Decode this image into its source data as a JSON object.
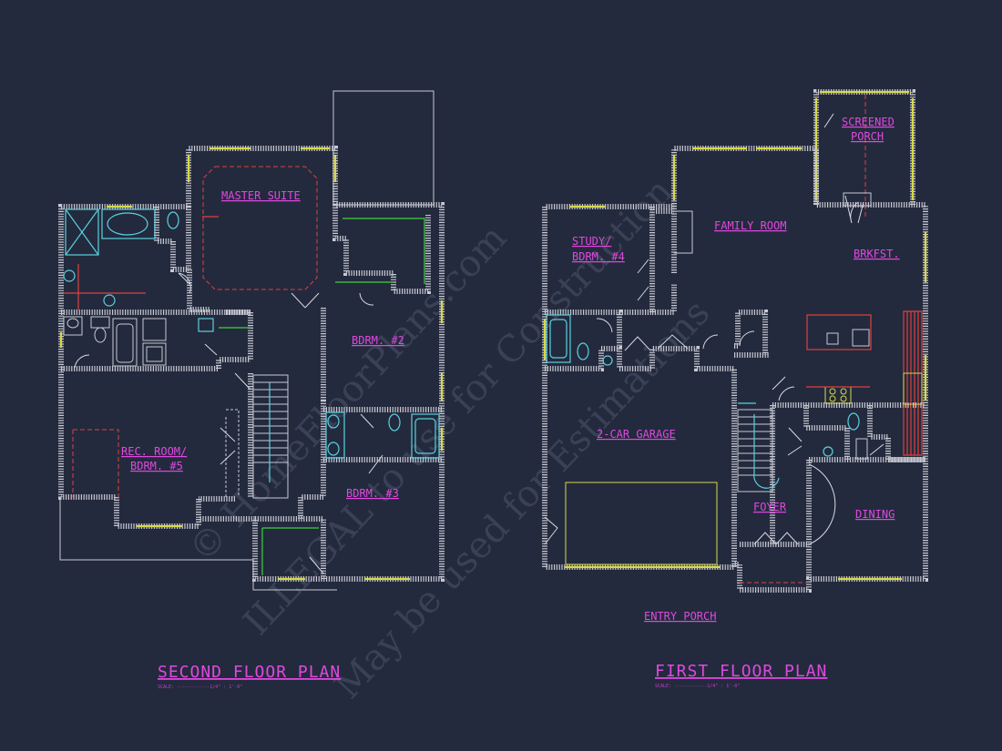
{
  "watermark": {
    "line1": "© HomeFloorPlans.com",
    "line2": "ILLEGAL to use for Construction",
    "line3": "May be used for Estimations"
  },
  "second_floor": {
    "title": "SECOND FLOOR PLAN",
    "scale": "SCALE: ------------1/4\" : 1'-0\"",
    "rooms": {
      "master_suite": "MASTER SUITE",
      "bdrm2": "BDRM. #2",
      "bdrm3": "BDRM. #3",
      "rec_room_l1": "REC. ROOM/",
      "rec_room_l2": "BDRM. #5"
    }
  },
  "first_floor": {
    "title": "FIRST FLOOR PLAN",
    "scale": "SCALE: ------------1/4\" : 1'-0\"",
    "rooms": {
      "screened_l1": "SCREENED",
      "screened_l2": "PORCH",
      "family_room": "FAMILY ROOM",
      "brkfst": "BRKFST.",
      "study_l1": "STUDY/",
      "study_l2": "BDRM. #4",
      "garage": "2-CAR GARAGE",
      "foyer": "FOYER",
      "dining": "DINING",
      "entry_porch": "ENTRY PORCH"
    }
  },
  "colors": {
    "background": "#232a3d",
    "label": "#e048e0",
    "wall": "#c8c8d2",
    "window": "#d8d84a",
    "fixture": "#5ad0e0"
  }
}
